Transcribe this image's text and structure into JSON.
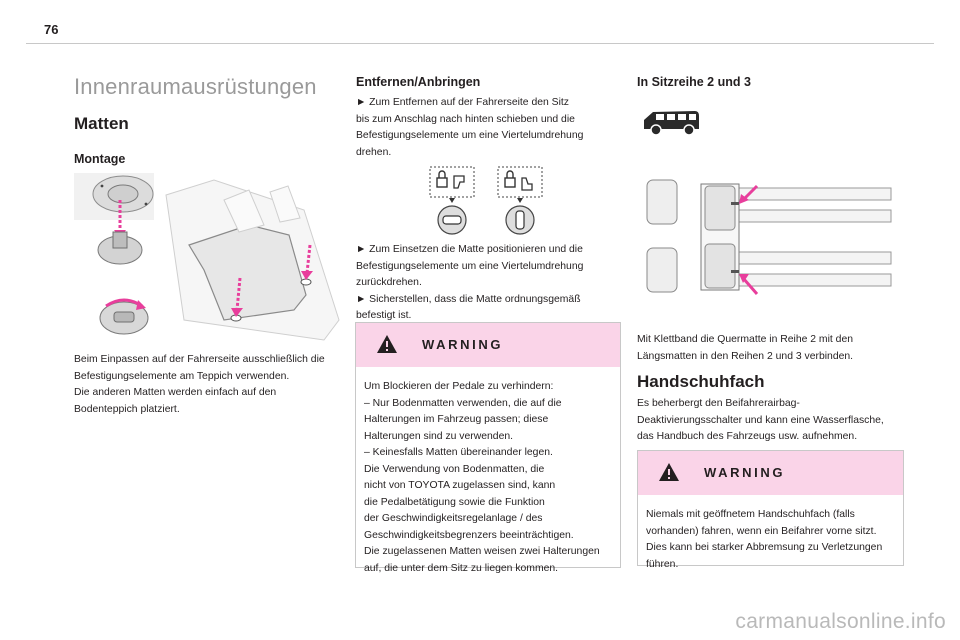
{
  "header": {
    "page_number": "76"
  },
  "left": {
    "section_title": "Innenraumausrüstungen",
    "heading": "Matten",
    "subheading": "Montage",
    "paragraph": [
      "Beim Einpassen auf der Fahrerseite ausschließlich die",
      "Befestigungselemente am Teppich verwenden.",
      "Die anderen Matten werden einfach auf den",
      "Bodenteppich platziert."
    ]
  },
  "middle": {
    "heading": "Entfernen/Anbringen",
    "paragraph1": [
      "► Zum Entfernen auf der Fahrerseite den Sitz",
      "bis zum Anschlag nach hinten schieben und die",
      "Befestigungselemente um eine Viertelumdrehung",
      "drehen."
    ],
    "paragraph2": [
      "► Zum Einsetzen die Matte positionieren und die",
      "Befestigungselemente um eine Viertelumdrehung",
      "zurückdrehen.",
      "► Sicherstellen, dass die Matte ordnungsgemäß",
      "befestigt ist."
    ],
    "warning": {
      "title": "WARNING",
      "lines": [
        "Um Blockieren der Pedale zu verhindern:",
        "– Nur Bodenmatten verwenden, die auf die",
        "Halterungen im Fahrzeug passen; diese",
        "Halterungen sind zu verwenden.",
        "– Keinesfalls Matten übereinander legen.",
        "Die Verwendung von Bodenmatten, die",
        "nicht von TOYOTA zugelassen sind, kann",
        "die Pedalbetätigung sowie die Funktion",
        "der Geschwindigkeitsregelanlage / des",
        "Geschwindigkeitsbegrenzers beeinträchtigen.",
        "Die zugelassenen Matten weisen zwei Halterungen",
        "auf, die unter dem Sitz zu liegen kommen."
      ]
    }
  },
  "right": {
    "heading": "In Sitzreihe 2 und 3",
    "paragraph1": [
      "Mit Klettband die Quermatte in Reihe 2 mit den",
      "Längsmatten in den Reihen 2 und 3 verbinden."
    ],
    "heading2": "Handschuhfach",
    "paragraph2": [
      "Es beherbergt den Beifahrerairbag-",
      "Deaktivierungsschalter und kann eine Wasserflasche,",
      "das Handbuch des Fahrzeugs usw. aufnehmen."
    ],
    "warning": {
      "title": "WARNING",
      "lines": [
        "Niemals mit geöffnetem Handschuhfach (falls",
        "vorhanden) fahren, wenn ein Beifahrer vorne sitzt.",
        "Dies kann bei starker Abbremsung zu Verletzungen",
        "führen."
      ]
    }
  },
  "footer": {
    "watermark": "carmanualsonline.info"
  },
  "colors": {
    "accent_magenta": "#e83e9c",
    "warning_bg": "#fad4e8",
    "heading_gray": "#9a9a9a"
  }
}
